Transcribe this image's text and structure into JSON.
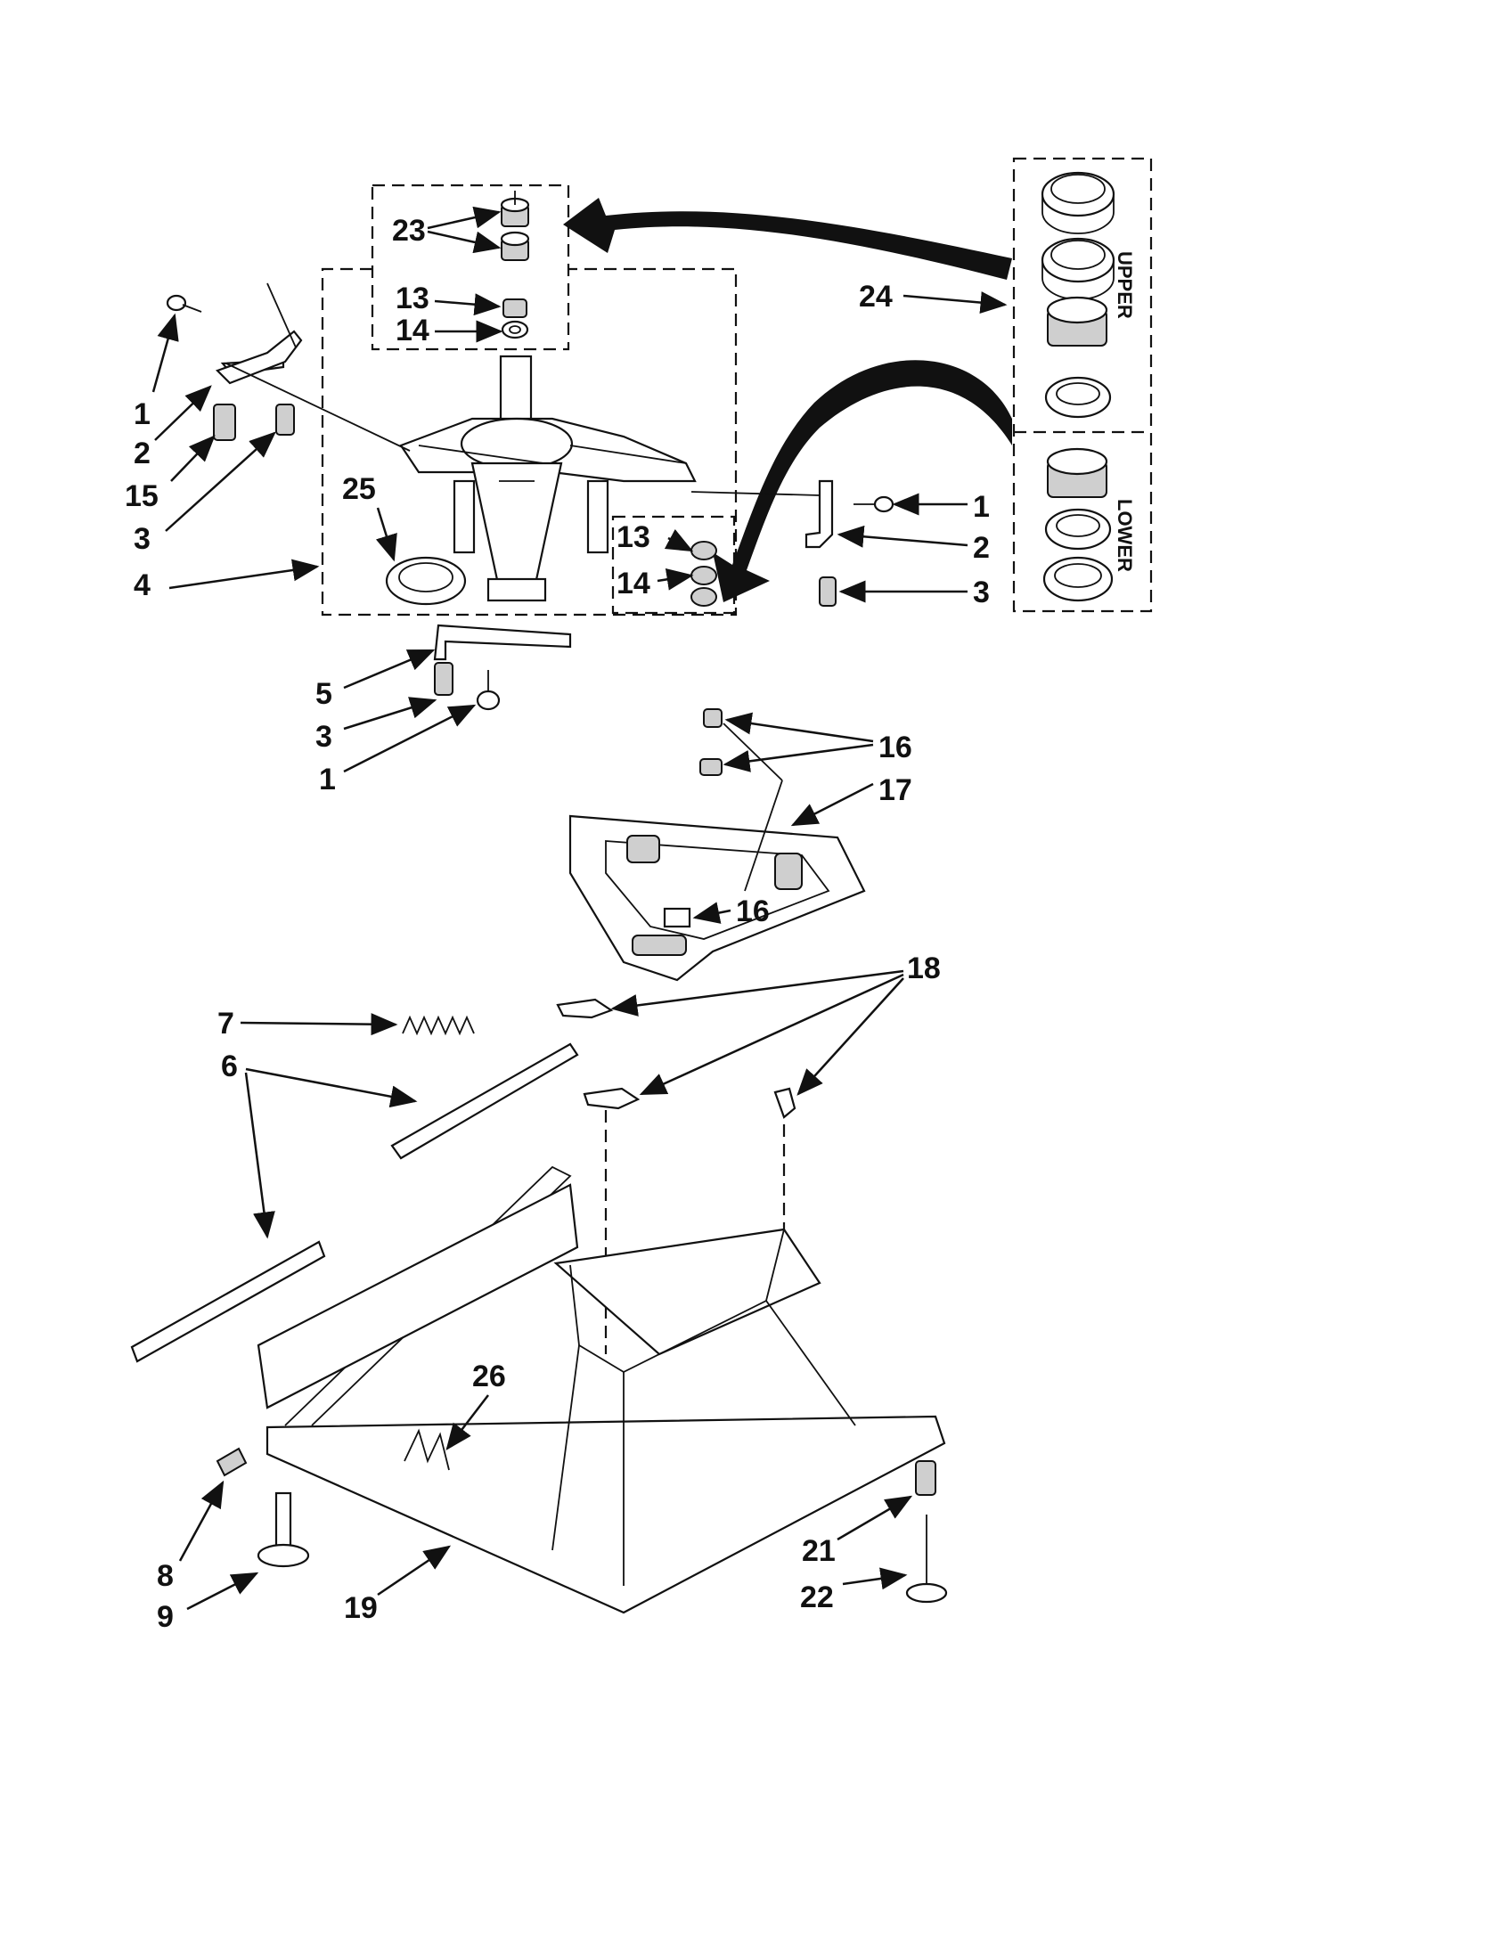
{
  "callouts": {
    "c1a": "1",
    "c2a": "2",
    "c15": "15",
    "c3a": "3",
    "c4": "4",
    "c25": "25",
    "c23": "23",
    "c13a": "13",
    "c14a": "14",
    "c5": "5",
    "c3b": "3",
    "c1b": "1",
    "c13b": "13",
    "c14b": "14",
    "c1c": "1",
    "c2c": "2",
    "c3c": "3",
    "c24": "24",
    "c16a": "16",
    "c16b": "16",
    "c17": "17",
    "c18": "18",
    "c7": "7",
    "c6": "6",
    "c26": "26",
    "c8": "8",
    "c9": "9",
    "c19": "19",
    "c21": "21",
    "c22": "22"
  },
  "kit_panel": {
    "upper_label": "UPPER",
    "lower_label": "LOWER"
  }
}
